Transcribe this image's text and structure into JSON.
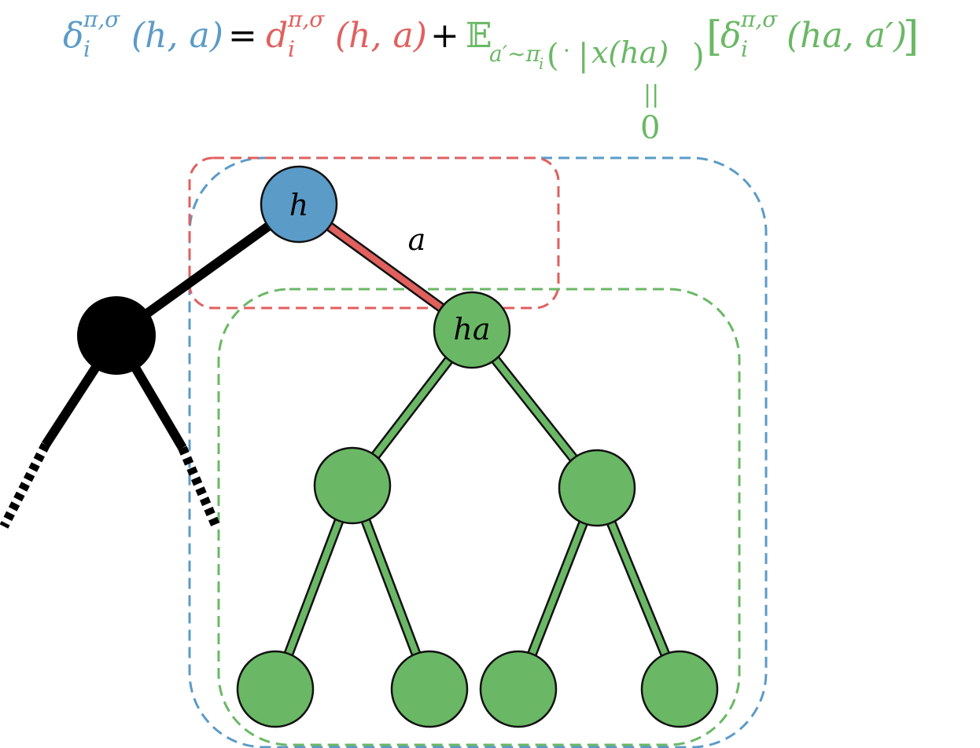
{
  "colors": {
    "blue": "#5b9bc8",
    "red": "#e0605e",
    "green": "#6ab865",
    "black": "#000000",
    "outline": "#111111"
  },
  "equation": {
    "lhs": {
      "delta": "δ",
      "sup": "π,σ",
      "sub": "i",
      "args": "(h, a)"
    },
    "eq": "=",
    "term1": {
      "d": "d",
      "sup": "π,σ",
      "sub": "i",
      "args": "(h, a)"
    },
    "plus": "+",
    "term2": {
      "E": "𝔼",
      "sub_var": "a′∼π",
      "sub_i": "i",
      "sub_open": "(",
      "sub_dot": "·",
      "sub_bar": "|",
      "sub_x": "x(ha)",
      "sub_close": ")",
      "lbr": "[",
      "delta": "δ",
      "sup": "π,σ",
      "sub": "i",
      "args": "(ha, a′)",
      "rbr": "]"
    },
    "equals_below": "||",
    "zero": "0"
  },
  "tree": {
    "root_label": "h",
    "edge_label": "a",
    "child_label": "ha"
  }
}
